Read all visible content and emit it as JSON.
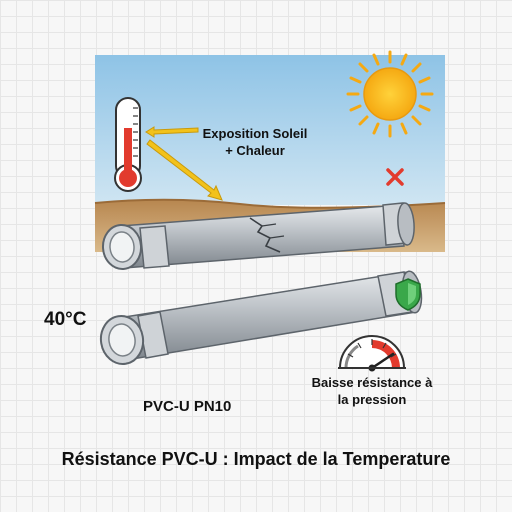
{
  "labels": {
    "sun_line1": "Exposition Soleil",
    "sun_line2": "+ Chaleur",
    "temperature": "40°C",
    "pipe": "PVC-U PN10",
    "gauge_line1": "Baisse résistance à",
    "gauge_line2": "la pression",
    "title": "Résistance PVC-U : Impact de la Temperature"
  },
  "icons": [
    "thermometer-icon",
    "sun-icon",
    "cross-icon",
    "shield-icon",
    "pressure-gauge-icon"
  ],
  "colors": {
    "sky": "#8fc5e6",
    "soil": "#c69a63",
    "sun": "#f7b21a",
    "arrow": "#f2c21b",
    "thermometer_red": "#e23b2e",
    "cross_red": "#e23b2e",
    "shield_green": "#3aa84a",
    "pipe_grey": "#b9bec4"
  },
  "gauge": {
    "level": 0.85
  }
}
